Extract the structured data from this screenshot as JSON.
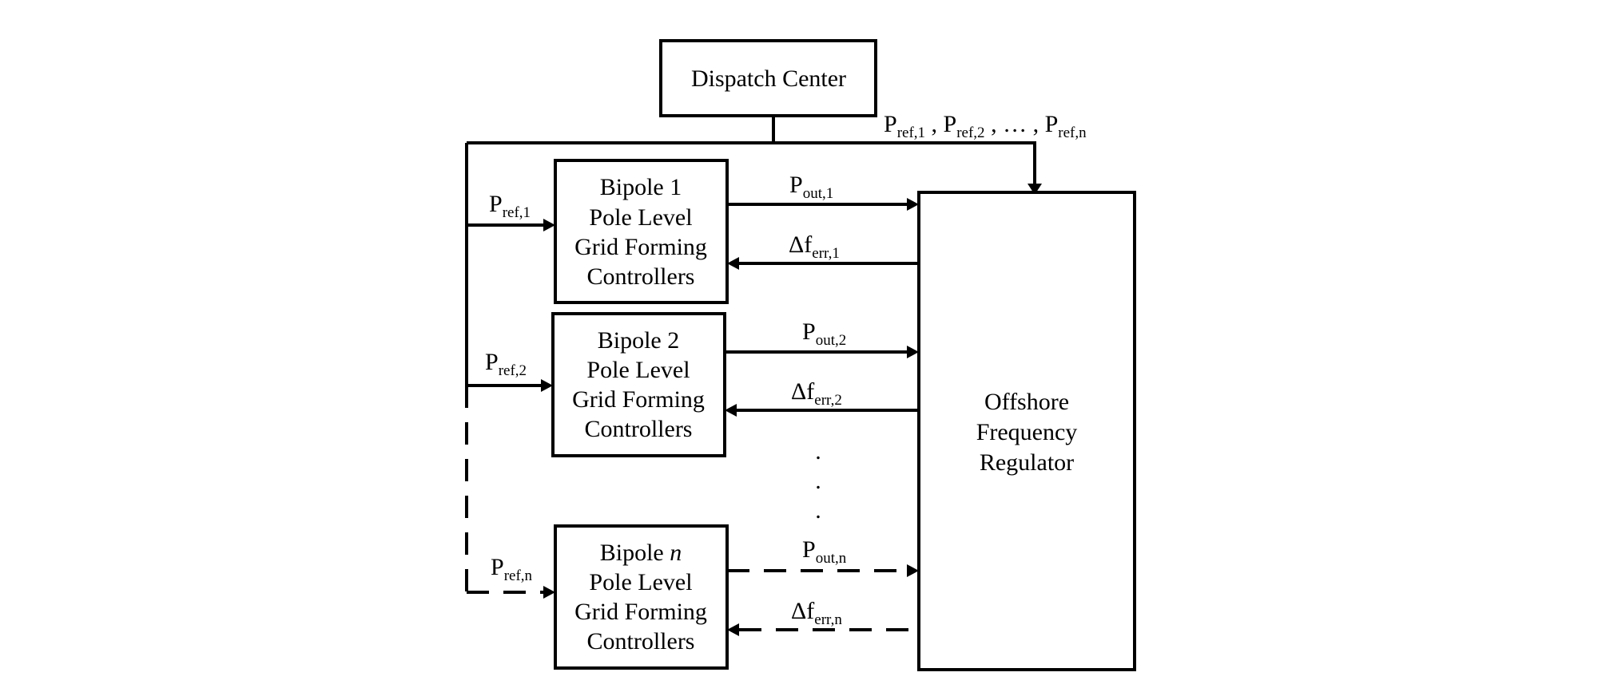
{
  "dispatch": {
    "label": "Dispatch Center"
  },
  "bus_label": {
    "items": [
      {
        "main": "P",
        "sub": "ref,1",
        "sep": " , "
      },
      {
        "main": "P",
        "sub": "ref,2",
        "sep": " , … , "
      },
      {
        "main": "P",
        "sub": "ref,n",
        "sep": ""
      }
    ]
  },
  "controllers": [
    {
      "title": "Bipole 1",
      "line2": "Pole Level",
      "line3": "Grid Forming",
      "line4": "Controllers",
      "pref": {
        "main": "P",
        "sub": "ref,1"
      },
      "pout": {
        "main": "P",
        "sub": "out,1"
      },
      "df": {
        "main": "Δf",
        "sub": "err,1"
      }
    },
    {
      "title": "Bipole 2",
      "line2": "Pole Level",
      "line3": "Grid Forming",
      "line4": "Controllers",
      "pref": {
        "main": "P",
        "sub": "ref,2"
      },
      "pout": {
        "main": "P",
        "sub": "out,2"
      },
      "df": {
        "main": "Δf",
        "sub": "err,2"
      }
    },
    {
      "title_prefix": "Bipole ",
      "title_var": "n",
      "line2": "Pole Level",
      "line3": "Grid Forming",
      "line4": "Controllers",
      "pref": {
        "main": "P",
        "sub": "ref,n"
      },
      "pout": {
        "main": "P",
        "sub": "out,n"
      },
      "df": {
        "main": "Δf",
        "sub": "err,n"
      }
    }
  ],
  "ellipsis": ".",
  "regulator": {
    "line1": "Offshore",
    "line2": "Frequency",
    "line3": "Regulator"
  }
}
